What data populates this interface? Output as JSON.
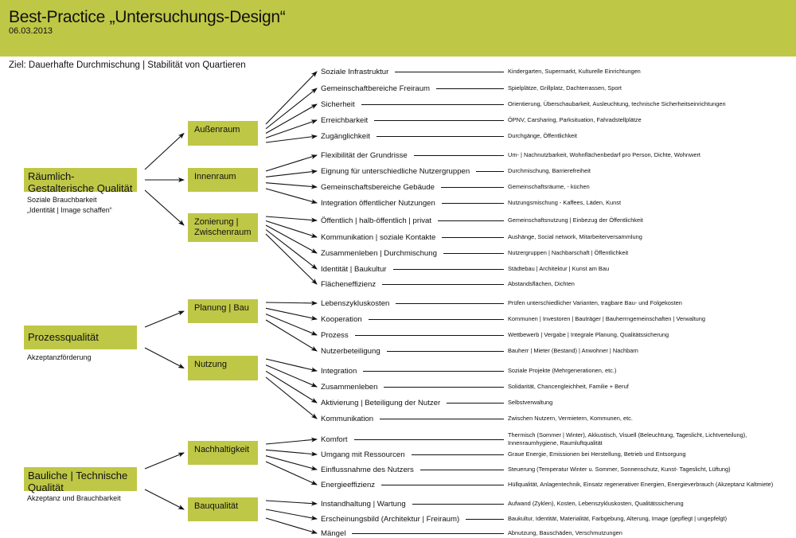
{
  "header": {
    "title": "Best-Practice „Untersuchungs-Design“",
    "date": "06.03.2013",
    "background_color": "#bfc746"
  },
  "goal": "Ziel: Dauerhafte Durchmischung | Stabilität von Quartieren",
  "accent_color": "#bfc746",
  "categories": [
    {
      "title": "Räumlich-Gestalterische Qualität",
      "subtitle": [
        "Soziale Brauchbarkeit",
        "„Identität | Image schaffen“"
      ],
      "groups": [
        {
          "title": "Außenraum",
          "items": [
            {
              "label": "Soziale Infrastruktur",
              "desc": [
                "Kindergarten, Supermarkt, Kulturelle Einrichtungen"
              ]
            },
            {
              "label": "Gemeinschaftbereiche Freiraum",
              "desc": [
                "Spielplätze, Grillplatz, Dachterrassen, Sport"
              ]
            },
            {
              "label": "Sicherheit",
              "desc": [
                "Orientierung, Überschaubarkeit, Ausleuchtung, technische Sicherheitseinrichtungen"
              ]
            },
            {
              "label": "Erreichbarkeit",
              "desc": [
                "ÖPNV, Carsharing, Parksituation, Fahradstellplätze"
              ]
            },
            {
              "label": "Zugänglichkeit",
              "desc": [
                "Durchgänge, Öffentlichkeit"
              ]
            }
          ]
        },
        {
          "title": "Innenraum",
          "items": [
            {
              "label": "Flexibilität der Grundrisse",
              "desc": [
                "Um- | Nachnutzbarkeit, Wohnflächenbedarf pro Person, Dichte, Wohnwert"
              ]
            },
            {
              "label": "Eignung für unterschiedliche Nutzergruppen",
              "desc": [
                "Durchmischung, Barrierefreiheit"
              ]
            },
            {
              "label": "Gemeinschaftsbereiche Gebäude",
              "desc": [
                "Gemeinschaftsräume, - küchen"
              ]
            },
            {
              "label": "Integration öffentlicher Nutzungen",
              "desc": [
                "Nutzungsmischung - Kaffees, Läden, Kunst"
              ]
            }
          ]
        },
        {
          "title": "Zonierung | Zwischenraum",
          "items": [
            {
              "label": "Öffentlich | halb-öffentlich | privat",
              "desc": [
                "Gemeinschaftsnutzung | Einbezug der Öffentlichkeit"
              ]
            },
            {
              "label": "Kommunikation | soziale Kontakte",
              "desc": [
                "Aushänge, Social network, Mitarbeiterversammlung"
              ]
            },
            {
              "label": "Zusammenleben | Durchmischung",
              "desc": [
                "Nutzergruppen | Nachbarschaft | Öffentlichkeit"
              ]
            },
            {
              "label": "Identität | Baukultur",
              "desc": [
                "Städtebau | Architektur | Kunst am Bau"
              ]
            },
            {
              "label": "Flächeneffizienz",
              "desc": [
                "Abstandsflächen, Dichten"
              ]
            }
          ]
        }
      ]
    },
    {
      "title": "Prozessqualität",
      "subtitle": [
        "Akzeptanzförderung"
      ],
      "groups": [
        {
          "title": "Planung | Bau",
          "items": [
            {
              "label": "Lebenszykluskosten",
              "desc": [
                "Prüfen unterschiedlicher Varianten, tragbare Bau- und Folgekosten"
              ]
            },
            {
              "label": "Kooperation",
              "desc": [
                "Kommunen | Investoren | Bauträger | Bauherrngemeinschaften | Verwaltung"
              ]
            },
            {
              "label": "Prozess",
              "desc": [
                "Wettbewerb | Vergabe | Integrale Planung, Qualitätssicherung"
              ]
            },
            {
              "label": "Nutzerbeteiligung",
              "desc": [
                "Bauherr | Mieter (Bestand) | Anwohner | Nachbarn"
              ]
            }
          ]
        },
        {
          "title": "Nutzung",
          "items": [
            {
              "label": "Integration",
              "desc": [
                "Soziale Projekte (Mehrgenerationen, etc.)"
              ]
            },
            {
              "label": "Zusammenleben",
              "desc": [
                "Solidarität, Chancengleichheit, Familie + Beruf"
              ]
            },
            {
              "label": "Aktivierung | Beteiligung der Nutzer",
              "desc": [
                "Selbstverwaltung"
              ]
            },
            {
              "label": "Kommunikation",
              "desc": [
                "Zwischen Nutzern, Vermietern, Kommunen, etc."
              ]
            }
          ]
        }
      ]
    },
    {
      "title": "Bauliche | Technische Qualität",
      "subtitle": [
        "Akzeptanz und Brauchbarkeit"
      ],
      "groups": [
        {
          "title": "Nachhaltigkeit",
          "items": [
            {
              "label": "Komfort",
              "desc": [
                "Thermisch (Sommer | Winter), Akkustisch, Visuell (Beleuchtung, Tageslicht, Lichtverteilung),",
                "Innenraumhygiene, Raumluftqualität"
              ]
            },
            {
              "label": "Umgang mit Ressourcen",
              "desc": [
                "Graue Energie,  Emissionen bei Herstellung, Betrieb und Entsorgung"
              ]
            },
            {
              "label": "Einflussnahme des Nutzers",
              "desc": [
                "Steuerung (Temperatur Winter u. Sommer, Sonnenschutz, Kunst- Tageslicht, Lüftung)"
              ]
            },
            {
              "label": "Energieeffizienz",
              "desc": [
                "Hüllqualität, Anlagentechnik, Einsatz regenerativer Energien, Energieverbrauch (Akzeptanz Kaltmiete)"
              ]
            }
          ]
        },
        {
          "title": "Bauqualität",
          "items": [
            {
              "label": "Instandhaltung | Wartung",
              "desc": [
                "Aufwand (Zyklen), Kosten, Lebenszykluskosten, Qualitätssicherung"
              ]
            },
            {
              "label": "Erscheinungsbild (Architektur | Freiraum)",
              "desc": [
                "Baukultur, Identität, Materialität, Farbgebung, Alterung, Image (gepflegt | ungepfelgt)"
              ]
            },
            {
              "label": "Mängel",
              "desc": [
                "Abnutzung, Bauschäden, Verschmutzungen"
              ]
            }
          ]
        }
      ]
    }
  ]
}
